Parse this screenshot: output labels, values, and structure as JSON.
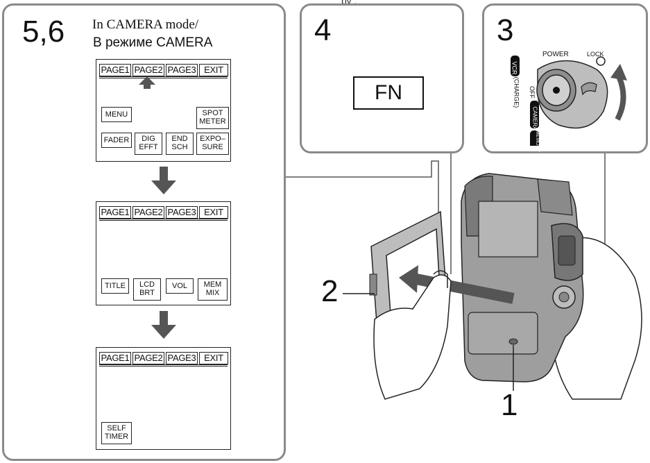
{
  "header_fragment": "ру , ",
  "step56": {
    "number": "5,6",
    "caption_en": "In CAMERA mode/",
    "caption_ru": "В режиме CAMERA"
  },
  "screens": [
    {
      "tabs": [
        "PAGE1",
        "PAGE2",
        "PAGE3",
        "EXIT"
      ],
      "buttons": [
        "MENU",
        "SPOT\nMETER",
        "FADER",
        "DIG\nEFFT",
        "END\nSCH",
        "EXPO–\nSURE"
      ]
    },
    {
      "tabs": [
        "PAGE1",
        "PAGE2",
        "PAGE3",
        "EXIT"
      ],
      "buttons": [
        "TITLE",
        "LCD\nBRT",
        "VOL",
        "MEM\nMIX"
      ]
    },
    {
      "tabs": [
        "PAGE1",
        "PAGE2",
        "PAGE3",
        "EXIT"
      ],
      "buttons": [
        "SELF\nTIMER"
      ]
    }
  ],
  "step4": {
    "number": "4",
    "button": "FN"
  },
  "step3": {
    "number": "3",
    "dial_labels": {
      "power": "POWER",
      "lock": "LOCK",
      "vcr": "VCR",
      "off": "OFF",
      "charge": "(CHARGE)",
      "camera": "CAMERA",
      "memory": "MEMORY"
    }
  },
  "callouts": {
    "one": "1",
    "two": "2"
  },
  "colors": {
    "panel_border": "#8a8a8a",
    "arrow": "#555555",
    "ink": "#111111"
  }
}
